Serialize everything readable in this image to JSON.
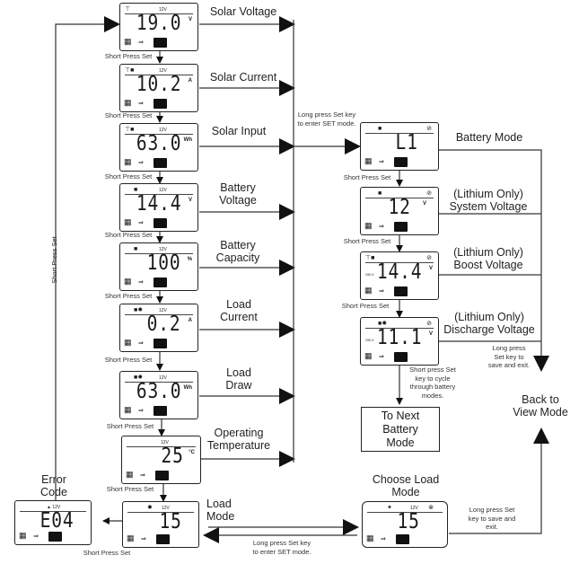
{
  "view_mode": {
    "screens": [
      {
        "id": "solar-voltage",
        "label": "Solar Voltage",
        "value": "19.0",
        "unit": "V",
        "indicator": "12V",
        "icons": [
          "solar-panel-icon"
        ]
      },
      {
        "id": "solar-current",
        "label": "Solar Current",
        "value": "10.2",
        "unit": "A",
        "indicator": "12V",
        "icons": [
          "solar-panel-icon",
          "battery-icon"
        ]
      },
      {
        "id": "solar-input",
        "label": "Solar Input",
        "value": "63.0",
        "unit": "Wh",
        "indicator": "12V",
        "icons": [
          "solar-panel-icon",
          "battery-icon"
        ]
      },
      {
        "id": "battery-voltage",
        "label": "Battery Voltage",
        "value": "14.4",
        "unit": "V",
        "indicator": "12V",
        "icons": [
          "battery-icon"
        ]
      },
      {
        "id": "battery-capacity",
        "label": "Battery Capacity",
        "value": "100",
        "unit": "%",
        "indicator": "12V",
        "icons": [
          "battery-icon"
        ]
      },
      {
        "id": "load-current",
        "label": "Load Current",
        "value": "0.2",
        "unit": "A",
        "indicator": "12V",
        "icons": [
          "battery-icon",
          "bulb-icon"
        ]
      },
      {
        "id": "load-draw",
        "label": "Load Draw",
        "value": "63.0",
        "unit": "Wh",
        "indicator": "12V",
        "icons": [
          "battery-icon",
          "bulb-icon"
        ]
      },
      {
        "id": "operating-temperature",
        "label": "Operating Temperature",
        "value": "25",
        "unit": "°C",
        "indicator": "12V",
        "icons": []
      },
      {
        "id": "load-mode",
        "label": "Load Mode",
        "value": "15",
        "unit": "",
        "indicator": "12V",
        "icons": [
          "bulb-icon"
        ]
      }
    ],
    "error": {
      "label": "Error Code",
      "value": "E04",
      "indicator": "▲ 12V"
    }
  },
  "set_mode": {
    "screens": [
      {
        "id": "battery-mode",
        "label": "Battery Mode",
        "value": "L1",
        "unit": "",
        "side": ""
      },
      {
        "id": "system-voltage",
        "label": "(Lithium Only) System Voltage",
        "value": "12",
        "unit": "V",
        "side": ""
      },
      {
        "id": "boost-voltage",
        "label": "(Lithium Only) Boost Voltage",
        "value": "14.4",
        "unit": "V",
        "side": "OB.V"
      },
      {
        "id": "discharge-voltage",
        "label": "(Lithium Only) Discharge Voltage",
        "value": "11.1",
        "unit": "V",
        "side": "OB.V"
      }
    ],
    "choose_load_mode": {
      "label": "Choose Load Mode",
      "value": "15",
      "indicator": "12V"
    },
    "next_battery_mode": "To Next Battery Mode",
    "back_to_view": "Back to View Mode"
  },
  "annotations": {
    "short_press_set": "Short Press Set",
    "long_press_enter": "Long press Set key to enter SET mode.",
    "long_press_save": "Long press Set key to save and exit.",
    "short_press_cycle": "Short press Set key to cycle through battery modes."
  }
}
